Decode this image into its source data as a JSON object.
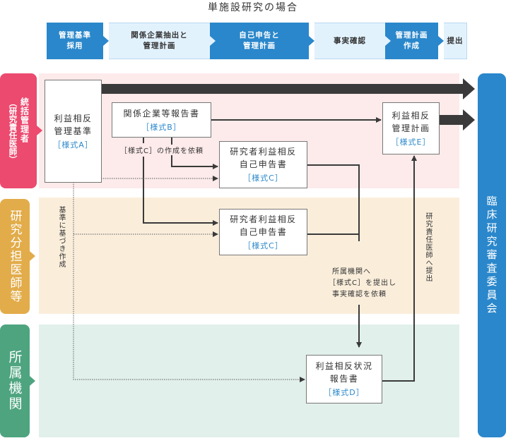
{
  "title": "単施設研究の場合",
  "process_steps": [
    {
      "label_line1": "管理基準",
      "label_line2": "採用",
      "style": "dark"
    },
    {
      "label_line1": "関係企業抽出と",
      "label_line2": "管理計画",
      "style": "light"
    },
    {
      "label_line1": "自己申告と",
      "label_line2": "管理計画",
      "style": "dark"
    },
    {
      "label_line1": "事実確認",
      "label_line2": "",
      "style": "light"
    },
    {
      "label_line1": "管理計画",
      "label_line2": "作成",
      "style": "dark"
    },
    {
      "label_line1": "提出",
      "label_line2": "",
      "style": "light"
    }
  ],
  "lanes": {
    "principal": {
      "label": "統括管理者",
      "sublabel": "（研究責任医師）",
      "color": "#ec4a6f",
      "bg": "#fdeaea"
    },
    "sub_investigator": {
      "label": "研究分担医師等",
      "color": "#e2ac4a",
      "bg": "#faeedb"
    },
    "institution": {
      "label": "所属機関",
      "color": "#4ea47f",
      "bg": "#e1f0ea"
    }
  },
  "committee": {
    "label": "臨床研究審査委員会",
    "color": "#2a87cb"
  },
  "boxes": {
    "form_a": {
      "line1": "利益相反",
      "line2": "管理基準",
      "form": "［様式A］"
    },
    "form_b": {
      "line1": "関係企業等報告書",
      "form": "［様式B］"
    },
    "form_c1": {
      "line1": "研究者利益相反",
      "line2": "自己申告書",
      "form": "［様式C］"
    },
    "form_c2": {
      "line1": "研究者利益相反",
      "line2": "自己申告書",
      "form": "［様式C］"
    },
    "form_e": {
      "line1": "利益相反",
      "line2": "管理計画",
      "form": "［様式E］"
    },
    "form_d": {
      "line1": "利益相反状況",
      "line2": "報告書",
      "form": "［様式D］"
    }
  },
  "notes": {
    "request_c": "［様式C］の作成を依頼",
    "based_on_standard": "基準に基づき作成",
    "to_institution_line1": "所属機関へ",
    "to_institution_line2": "［様式C］を提出し",
    "to_institution_line3": "事実確認を依頼",
    "to_principal": "研究責任医師へ提出"
  },
  "colors": {
    "accent_blue": "#2a87cb",
    "arrow": "#3a3a3a"
  }
}
